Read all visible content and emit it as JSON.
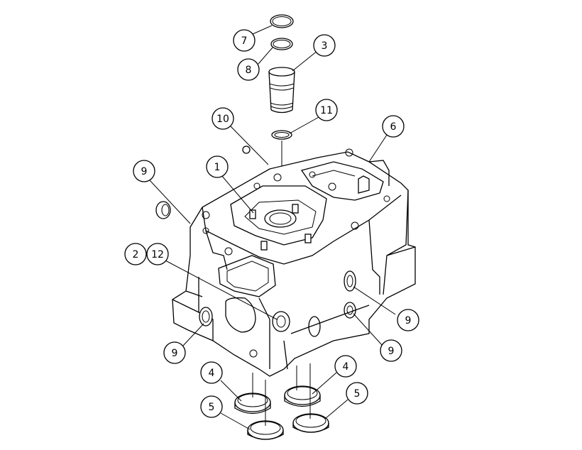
{
  "diagram": {
    "callouts": [
      {
        "id": "c7a",
        "label": "7"
      },
      {
        "id": "c8",
        "label": "8"
      },
      {
        "id": "c3",
        "label": "3"
      },
      {
        "id": "c10",
        "label": "10"
      },
      {
        "id": "c11",
        "label": "11"
      },
      {
        "id": "c6",
        "label": "6"
      },
      {
        "id": "c9a",
        "label": "9"
      },
      {
        "id": "c1",
        "label": "1"
      },
      {
        "id": "c2",
        "label": "2"
      },
      {
        "id": "c12",
        "label": "12"
      },
      {
        "id": "c9b",
        "label": "9"
      },
      {
        "id": "c9c",
        "label": "9"
      },
      {
        "id": "c9d",
        "label": "9"
      },
      {
        "id": "c4a",
        "label": "4"
      },
      {
        "id": "c4b",
        "label": "4"
      },
      {
        "id": "c5a",
        "label": "5"
      },
      {
        "id": "c5b",
        "label": "5"
      }
    ]
  }
}
